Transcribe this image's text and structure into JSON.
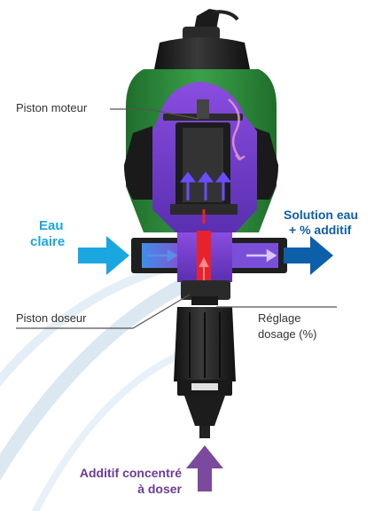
{
  "labels": {
    "piston_moteur": "Piston moteur",
    "eau_claire_line1": "Eau",
    "eau_claire_line2": "claire",
    "solution_line1": "Solution eau",
    "solution_line2": "+ % additif",
    "piston_doseur": "Piston doseur",
    "reglage_line1": "Réglage",
    "reglage_line2": "dosage (%)",
    "additif_line1": "Additif concentré",
    "additif_line2": "à doser"
  },
  "colors": {
    "inlet_arrow": "#1aa7df",
    "outlet_arrow": "#0d5fa9",
    "additive_arrow": "#7b4a9e",
    "housing": "#2f8f3c",
    "chamber": "#7a3fd6",
    "body": "#1e1e1e",
    "swirl": "#dce9f3"
  }
}
